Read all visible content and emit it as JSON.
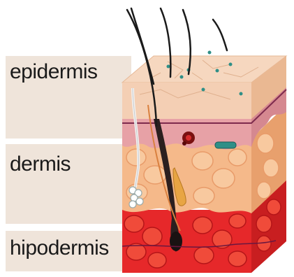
{
  "labels": {
    "epidermis": "epidermis",
    "dermis": "dermis",
    "hipodermis": "hipodermis"
  },
  "colors": {
    "panel": "#efe4da",
    "epidermis_top": "#f6d7bf",
    "epidermis_side": "#f0c4a3",
    "pink_layer": "#e7a1a6",
    "dermis": "#f5b98a",
    "dermis_cells": "#f8c99f",
    "hypodermis": "#e6282a",
    "hypodermis_cells": "#f04b3a",
    "hair": "#1a1a1a"
  }
}
